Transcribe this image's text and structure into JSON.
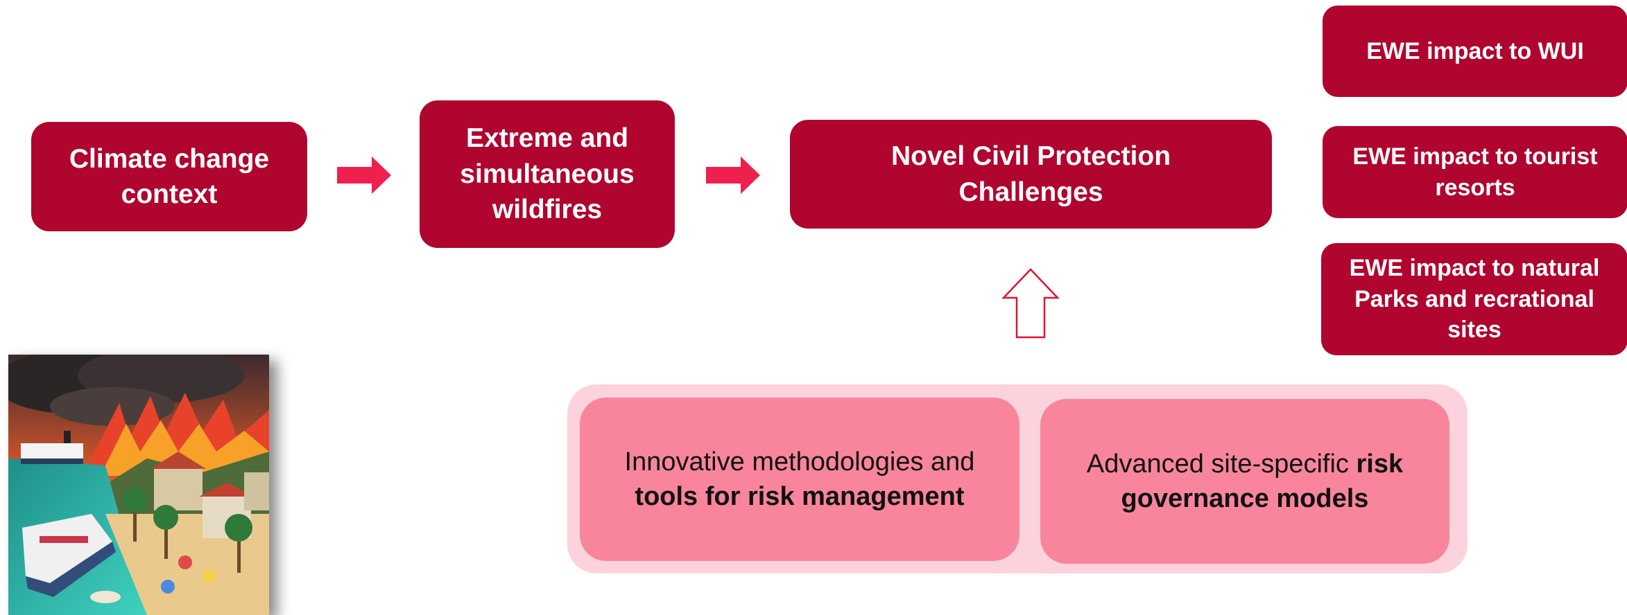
{
  "chain": {
    "climate": "Climate change context",
    "wildfires": "Extreme and simultaneous wildfires",
    "challenges": "Novel Civil Protection Challenges"
  },
  "impacts": [
    "EWE impact to WUI",
    "EWE impact to tourist resorts",
    "EWE impact to natural Parks and recrational sites"
  ],
  "solutions": {
    "left_plain": "Innovative methodologies and",
    "left_bold": "tools for risk management",
    "right_plain": "Advanced site-specific",
    "right_bold": "risk governance models"
  },
  "colors": {
    "box": "#b0052e",
    "arrow": "#f0204e",
    "panel": "#fcd3dc",
    "card": "#f9859c",
    "up_arrow_stroke": "#e2122f"
  },
  "illustration": "wildfire-coastal-resort-illustration"
}
